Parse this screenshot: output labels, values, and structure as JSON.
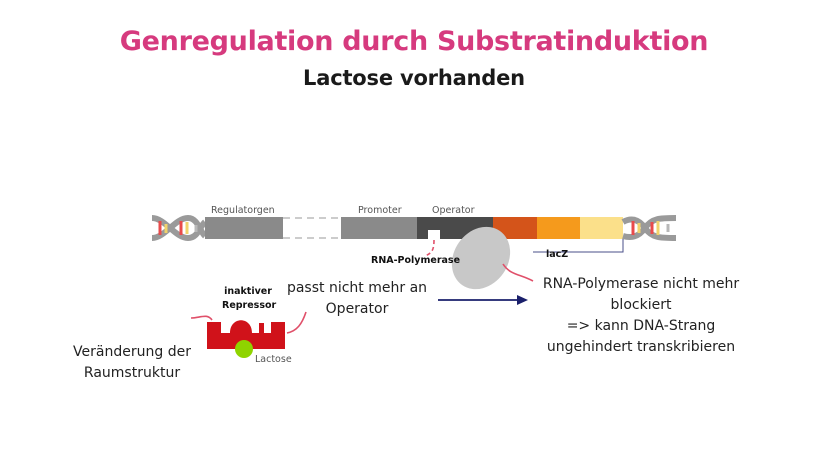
{
  "title": "Genregulation durch Substratinduktion",
  "subtitle": "Lactose vorhanden",
  "dna": {
    "regulatorgen_label": "Regulatorgen",
    "promoter_label": "Promoter",
    "operator_label": "Operator",
    "lacz_label": "lacZ",
    "colors": {
      "regulatorgen": "#8a8a8a",
      "promoter": "#8a8a8a",
      "operator": "#4a4a4a",
      "gene1": "#d4541a",
      "gene2": "#f59a1c",
      "gene3": "#fbe08a"
    }
  },
  "polymerase": {
    "label": "RNA-Polymerase",
    "color": "#c8c8c8"
  },
  "repressor": {
    "label_line1": "inaktiver",
    "label_line2": "Repressor",
    "color": "#d0121a",
    "lactose_label": "Lactose",
    "lactose_color": "#8fd400"
  },
  "annotations": {
    "no_bind_line1": "passt nicht mehr an",
    "no_bind_line2": "Operator",
    "shape_change_line1": "Veränderung der",
    "shape_change_line2": "Raumstruktur",
    "not_blocked_line1": "RNA-Polymerase nicht mehr",
    "not_blocked_line2": "blockiert",
    "transcribe_line1": "=> kann DNA-Strang",
    "transcribe_line2": "ungehindert transkribieren"
  },
  "arrow_color": "#1a1f6b",
  "annotation_line_color": "#e0506a"
}
